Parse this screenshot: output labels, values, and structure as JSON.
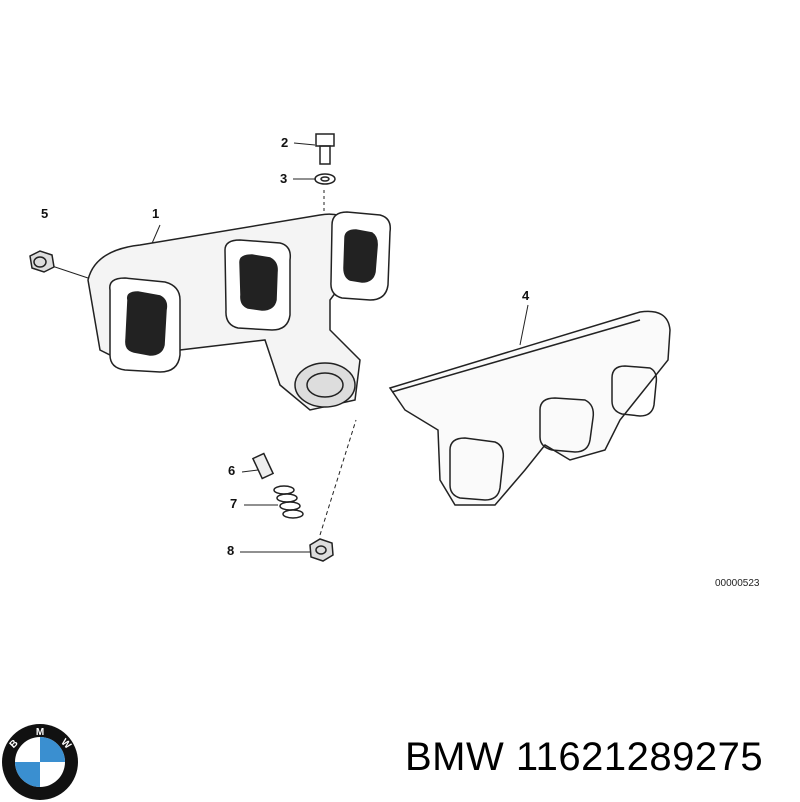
{
  "diagram": {
    "callouts": [
      "1",
      "2",
      "3",
      "4",
      "5",
      "6",
      "7",
      "8"
    ],
    "catalog_number": "00000523"
  },
  "footer": {
    "brand_logo_text": "BMW",
    "part_label": "BMW 11621289275"
  },
  "colors": {
    "logo_blue": "#3a8fd0",
    "logo_ring": "#111111"
  }
}
